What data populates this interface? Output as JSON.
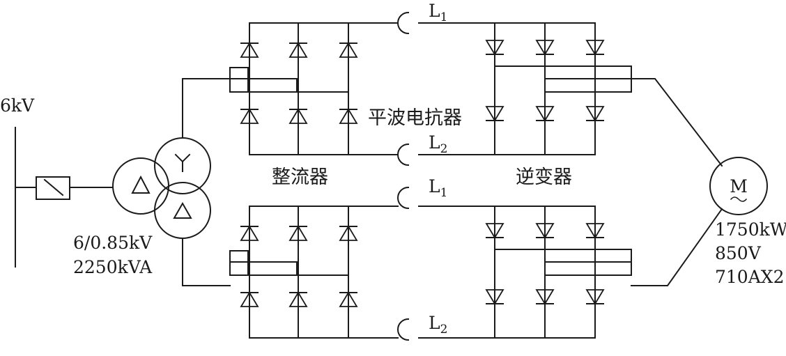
{
  "labels": {
    "bus_voltage": "6kV",
    "transformer_ratio": "6/0.85kV",
    "transformer_rating": "2250kVA",
    "rectifier": "整流器",
    "inverter": "逆变器",
    "reactor": "平波电抗器",
    "reactor_l1": "L",
    "reactor_l1_sub": "1",
    "reactor_l2": "L",
    "reactor_l2_sub": "2",
    "motor_symbol": "M",
    "motor_power": "1750kW",
    "motor_voltage": "850V",
    "motor_current": "710AX2"
  }
}
